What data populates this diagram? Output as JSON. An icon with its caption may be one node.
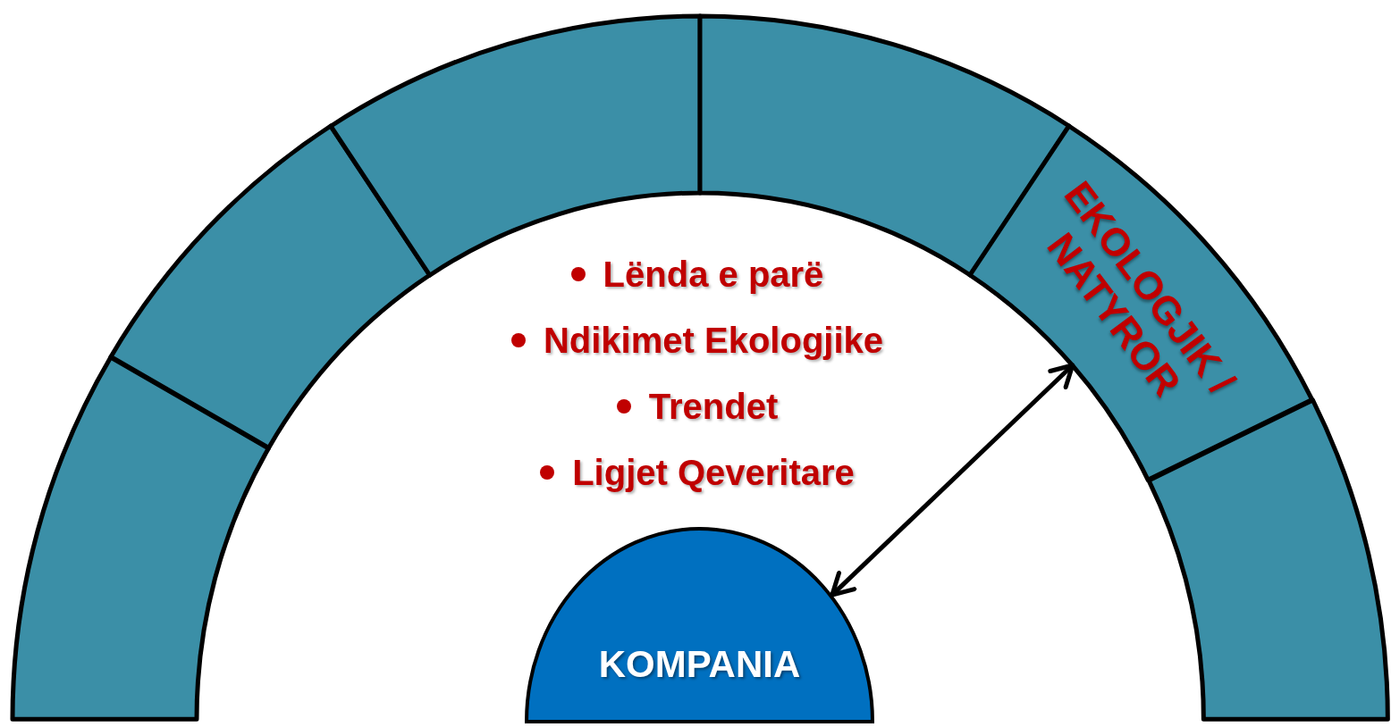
{
  "diagram": {
    "nodes": [
      {
        "text": [],
        "shape": "band"
      },
      {
        "text": [],
        "shape": "band"
      },
      {
        "text": [],
        "shape": "band"
      },
      {
        "text": [],
        "shape": "band"
      },
      {
        "text": [
          "EKOLOGJIK / NATYROR"
        ]
      },
      {
        "text": [],
        "shape": "band"
      },
      {
        "text": [
          "KOMPANIA"
        ]
      }
    ],
    "edges": [
      {
        "from": 6,
        "to": 4,
        "arrow": "both"
      }
    ],
    "labels": [
      "Lënda e parë",
      "Ndikimet Ekologjike",
      "Trendet",
      "Ligjet Qeveritare"
    ]
  }
}
